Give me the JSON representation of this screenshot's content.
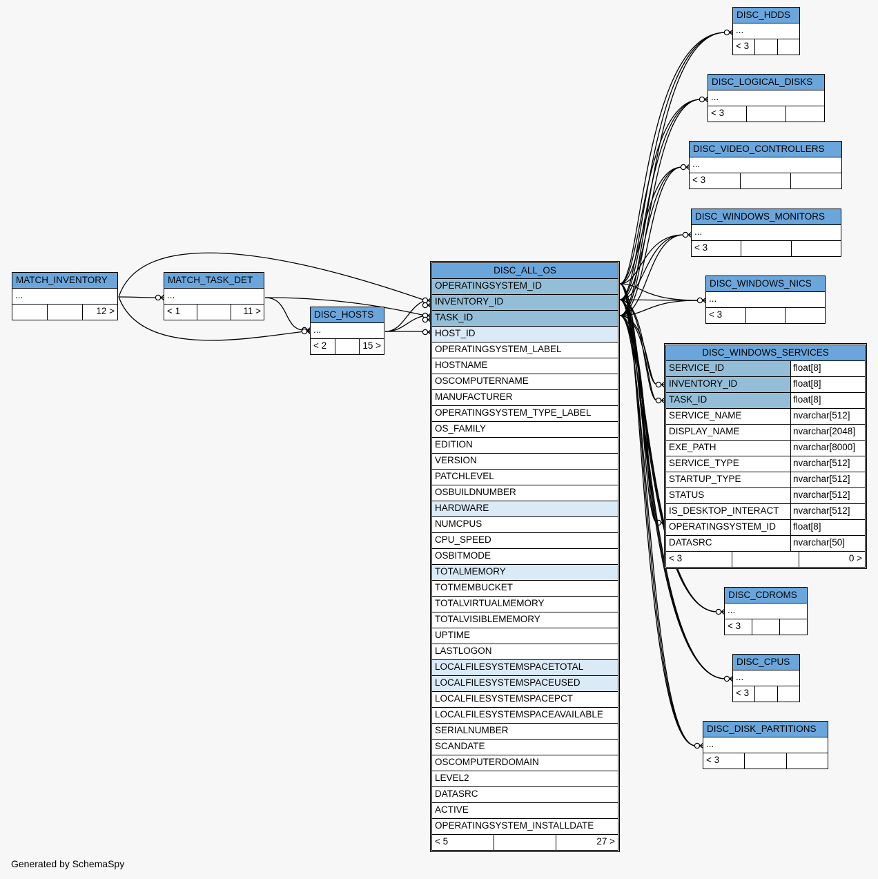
{
  "diagram": {
    "credit": "Generated by SchemaSpy",
    "colors": {
      "header": "#6aa6dc",
      "primary_key": "#94bed8",
      "indexed": "#dbeaf7",
      "background": "#f7f7f7"
    },
    "main_table": {
      "name": "DISC_ALL_OS",
      "columns": [
        {
          "name": "OPERATINGSYSTEM_ID",
          "kind": "pk"
        },
        {
          "name": "INVENTORY_ID",
          "kind": "pk"
        },
        {
          "name": "TASK_ID",
          "kind": "pk"
        },
        {
          "name": "HOST_ID",
          "kind": "idx"
        },
        {
          "name": "OPERATINGSYSTEM_LABEL",
          "kind": ""
        },
        {
          "name": "HOSTNAME",
          "kind": ""
        },
        {
          "name": "OSCOMPUTERNAME",
          "kind": ""
        },
        {
          "name": "MANUFACTURER",
          "kind": ""
        },
        {
          "name": "OPERATINGSYSTEM_TYPE_LABEL",
          "kind": ""
        },
        {
          "name": "OS_FAMILY",
          "kind": ""
        },
        {
          "name": "EDITION",
          "kind": ""
        },
        {
          "name": "VERSION",
          "kind": ""
        },
        {
          "name": "PATCHLEVEL",
          "kind": ""
        },
        {
          "name": "OSBUILDNUMBER",
          "kind": ""
        },
        {
          "name": "HARDWARE",
          "kind": "idx"
        },
        {
          "name": "NUMCPUS",
          "kind": ""
        },
        {
          "name": "CPU_SPEED",
          "kind": ""
        },
        {
          "name": "OSBITMODE",
          "kind": ""
        },
        {
          "name": "TOTALMEMORY",
          "kind": "idx"
        },
        {
          "name": "TOTMEMBUCKET",
          "kind": ""
        },
        {
          "name": "TOTALVIRTUALMEMORY",
          "kind": ""
        },
        {
          "name": "TOTALVISIBLEMEMORY",
          "kind": ""
        },
        {
          "name": "UPTIME",
          "kind": ""
        },
        {
          "name": "LASTLOGON",
          "kind": ""
        },
        {
          "name": "LOCALFILESYSTEMSPACETOTAL",
          "kind": "idx"
        },
        {
          "name": "LOCALFILESYSTEMSPACEUSED",
          "kind": "idx"
        },
        {
          "name": "LOCALFILESYSTEMSPACEPCT",
          "kind": ""
        },
        {
          "name": "LOCALFILESYSTEMSPACEAVAILABLE",
          "kind": ""
        },
        {
          "name": "SERIALNUMBER",
          "kind": ""
        },
        {
          "name": "SCANDATE",
          "kind": ""
        },
        {
          "name": "OSCOMPUTERDOMAIN",
          "kind": ""
        },
        {
          "name": "LEVEL2",
          "kind": ""
        },
        {
          "name": "DATASRC",
          "kind": ""
        },
        {
          "name": "ACTIVE",
          "kind": ""
        },
        {
          "name": "OPERATINGSYSTEM_INSTALLDATE",
          "kind": ""
        }
      ],
      "footer": [
        "< 5",
        "",
        "27 >"
      ]
    },
    "services_table": {
      "name": "DISC_WINDOWS_SERVICES",
      "columns": [
        {
          "name": "SERVICE_ID",
          "type": "float[8]",
          "kind": "pk"
        },
        {
          "name": "INVENTORY_ID",
          "type": "float[8]",
          "kind": "pk"
        },
        {
          "name": "TASK_ID",
          "type": "float[8]",
          "kind": "pk"
        },
        {
          "name": "SERVICE_NAME",
          "type": "nvarchar[512]",
          "kind": ""
        },
        {
          "name": "DISPLAY_NAME",
          "type": "nvarchar[2048]",
          "kind": ""
        },
        {
          "name": "EXE_PATH",
          "type": "nvarchar[8000]",
          "kind": ""
        },
        {
          "name": "SERVICE_TYPE",
          "type": "nvarchar[512]",
          "kind": ""
        },
        {
          "name": "STARTUP_TYPE",
          "type": "nvarchar[512]",
          "kind": ""
        },
        {
          "name": "STATUS",
          "type": "nvarchar[512]",
          "kind": ""
        },
        {
          "name": "IS_DESKTOP_INTERACT",
          "type": "nvarchar[512]",
          "kind": ""
        },
        {
          "name": "OPERATINGSYSTEM_ID",
          "type": "float[8]",
          "kind": ""
        },
        {
          "name": "DATASRC",
          "type": "nvarchar[50]",
          "kind": ""
        }
      ],
      "footer": [
        "< 3",
        "",
        "0 >"
      ]
    },
    "small_tables": [
      {
        "name": "MATCH_INVENTORY",
        "dots": "...",
        "footer": [
          "",
          "",
          "12 >"
        ]
      },
      {
        "name": "MATCH_TASK_DET",
        "dots": "...",
        "footer": [
          "< 1",
          "",
          "11 >"
        ]
      },
      {
        "name": "DISC_HOSTS",
        "dots": "...",
        "footer": [
          "< 2",
          "",
          "15 >"
        ]
      },
      {
        "name": "DISC_HDDS",
        "dots": "...",
        "footer": [
          "< 3",
          "",
          ""
        ]
      },
      {
        "name": "DISC_LOGICAL_DISKS",
        "dots": "...",
        "footer": [
          "< 3",
          "",
          ""
        ]
      },
      {
        "name": "DISC_VIDEO_CONTROLLERS",
        "dots": "...",
        "footer": [
          "< 3",
          "",
          ""
        ]
      },
      {
        "name": "DISC_WINDOWS_MONITORS",
        "dots": "...",
        "footer": [
          "< 3",
          "",
          ""
        ]
      },
      {
        "name": "DISC_WINDOWS_NICS",
        "dots": "...",
        "footer": [
          "< 3",
          "",
          ""
        ]
      },
      {
        "name": "DISC_CDROMS",
        "dots": "...",
        "footer": [
          "< 3",
          "",
          ""
        ]
      },
      {
        "name": "DISC_CPUS",
        "dots": "...",
        "footer": [
          "< 3",
          "",
          ""
        ]
      },
      {
        "name": "DISC_DISK_PARTITIONS",
        "dots": "...",
        "footer": [
          "< 3",
          "",
          ""
        ]
      }
    ]
  }
}
